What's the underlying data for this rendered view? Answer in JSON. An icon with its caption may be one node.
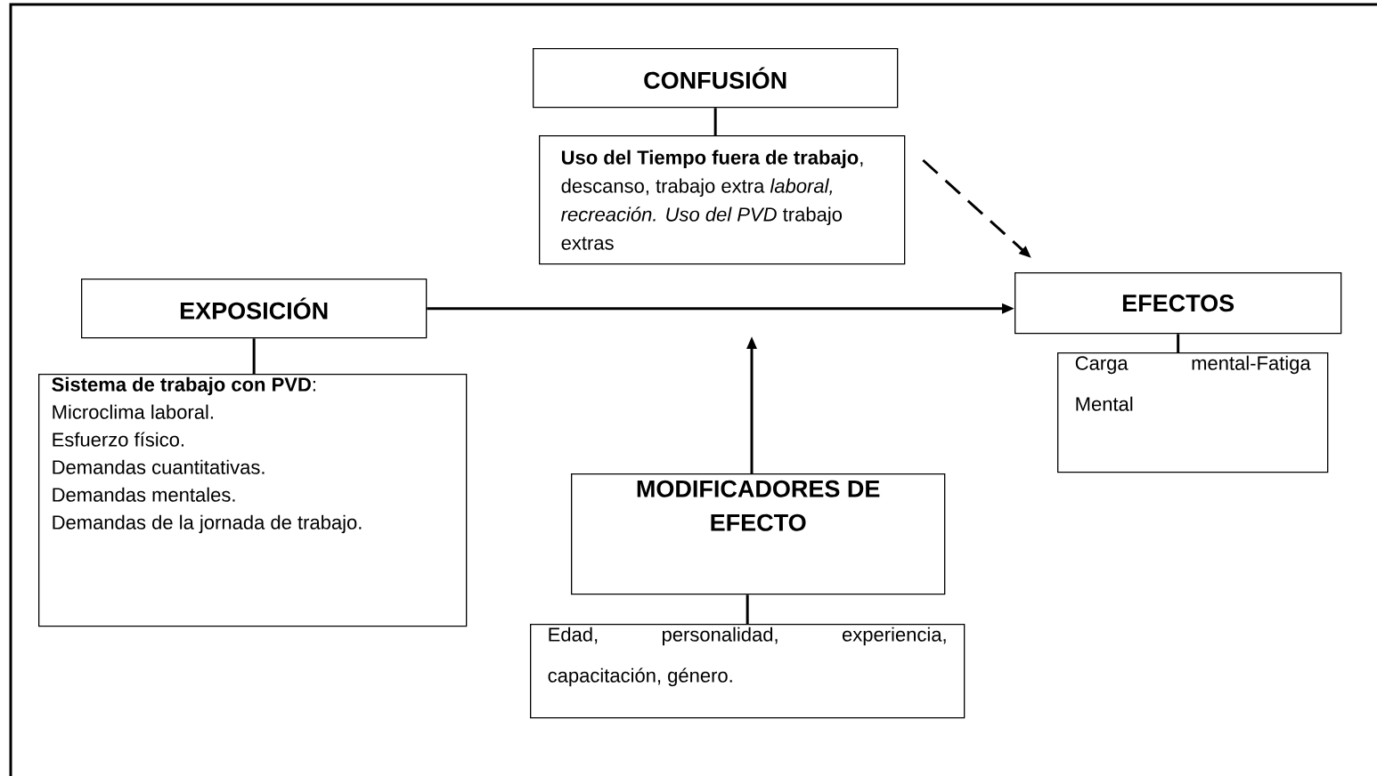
{
  "diagram": {
    "nodes": [
      {
        "text": [
          "CONFUSIÓN"
        ]
      },
      {
        "text": [
          "**Uso del Tiempo fuera de trabajo**, descanso, trabajo extra *laboral, recreación. Uso del PVD* trabajo extras"
        ]
      },
      {
        "text": [
          "EXPOSICIÓN"
        ]
      },
      {
        "text": [
          "**Sistema de trabajo con PVD**:",
          "Microclima laboral.",
          "Esfuerzo físico.",
          "Demandas cuantitativas.",
          "Demandas mentales.",
          "Demandas de la jornada de trabajo."
        ]
      },
      {
        "text": [
          "EFECTOS"
        ]
      },
      {
        "text": [
          "Carga mental-Fatiga Mental"
        ]
      },
      {
        "text": [
          "MODIFICADORES DE EFECTO"
        ]
      },
      {
        "text": [
          "Edad, personalidad, experiencia, capacitación, género."
        ]
      }
    ],
    "edges": [
      {
        "from": 0,
        "to": 1,
        "arrow": "none"
      },
      {
        "from": 2,
        "to": 3,
        "arrow": "none"
      },
      {
        "from": 4,
        "to": 5,
        "arrow": "none"
      },
      {
        "from": 7,
        "to": 6,
        "arrow": "none"
      },
      {
        "from": 2,
        "to": 4,
        "arrow": "to"
      },
      {
        "from": 1,
        "to": 4,
        "arrow": "to",
        "style": "dashed"
      },
      {
        "from": 6,
        "to": null,
        "arrow": "to"
      }
    ]
  }
}
